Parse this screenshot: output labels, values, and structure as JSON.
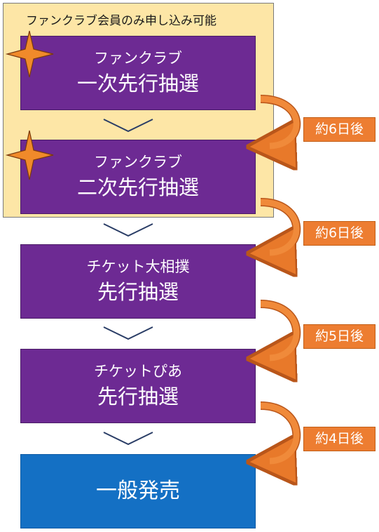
{
  "fan_club_region": {
    "caption": "ファンクラブ会員のみ申し込み可能"
  },
  "steps": [
    {
      "sub": "ファンクラブ",
      "main": "一次先行抽選",
      "color": "#6d2a93"
    },
    {
      "sub": "ファンクラブ",
      "main": "二次先行抽選",
      "color": "#6d2a93"
    },
    {
      "sub": "チケット大相撲",
      "main": "先行抽選",
      "color": "#6d2a93"
    },
    {
      "sub": "チケットぴあ",
      "main": "先行抽選",
      "color": "#6d2a93"
    },
    {
      "main": "一般発売",
      "color": "#1470c4"
    }
  ],
  "intervals": [
    {
      "label": "約6日後"
    },
    {
      "label": "約6日後"
    },
    {
      "label": "約5日後"
    },
    {
      "label": "約4日後"
    }
  ],
  "colors": {
    "fan_region_fill": "#fde6a6",
    "step_purple": "#6d2a93",
    "final_blue": "#1470c4",
    "interval_orange": "#ed7d31",
    "star_orange": "#f08a2a"
  },
  "icons": {
    "star": "four-point-star-icon",
    "flow_arrow": "curved-arrow-icon",
    "separator": "chevron-down-icon"
  }
}
